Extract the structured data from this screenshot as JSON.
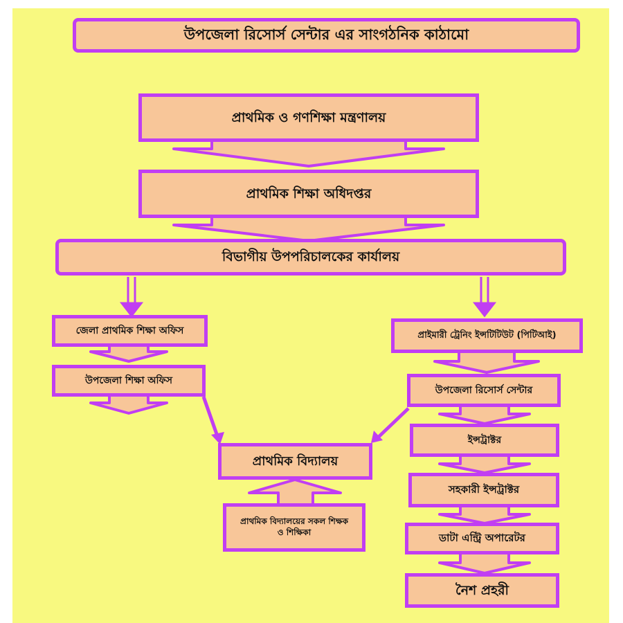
{
  "title": "উপজেলা রিসোর্স সেন্টার এর সাংগঠনিক কাঠামো",
  "nodes": {
    "ministry": "প্রাথমিক ও গণশিক্ষা মন্ত্রণালয়",
    "dpe": "প্রাথমিক শিক্ষা অধিদপ্তর",
    "divisional": "বিভাগীয় উপপরিচালকের কার্যালয়",
    "district_office": "জেলা প্রাথমিক শিক্ষা অফিস",
    "upazila_office": "উপজেলা শিক্ষা অফিস",
    "school": "প্রাথমিক বিদ্যালয়",
    "teachers": "প্রাথমিক বিদ্যালয়ের সকল শিক্ষক ও শিক্ষিকা",
    "pti": "প্রাইমারী ট্রেনিং ইন্সটিটিউট (পিটিআই)",
    "urc": "উপজেলা রিসোর্স সেন্টার",
    "instructor": "ইন্সট্রাক্টর",
    "asst_instructor": "সহকারী ইন্সট্রাক্টর",
    "data_entry": "ডাটা এন্ট্রি অপারেটর",
    "night_guard": "নৈশ প্রহরী"
  },
  "colors": {
    "background": "#f8f980",
    "box_fill": "#f8c699",
    "border": "#c13ef2"
  }
}
